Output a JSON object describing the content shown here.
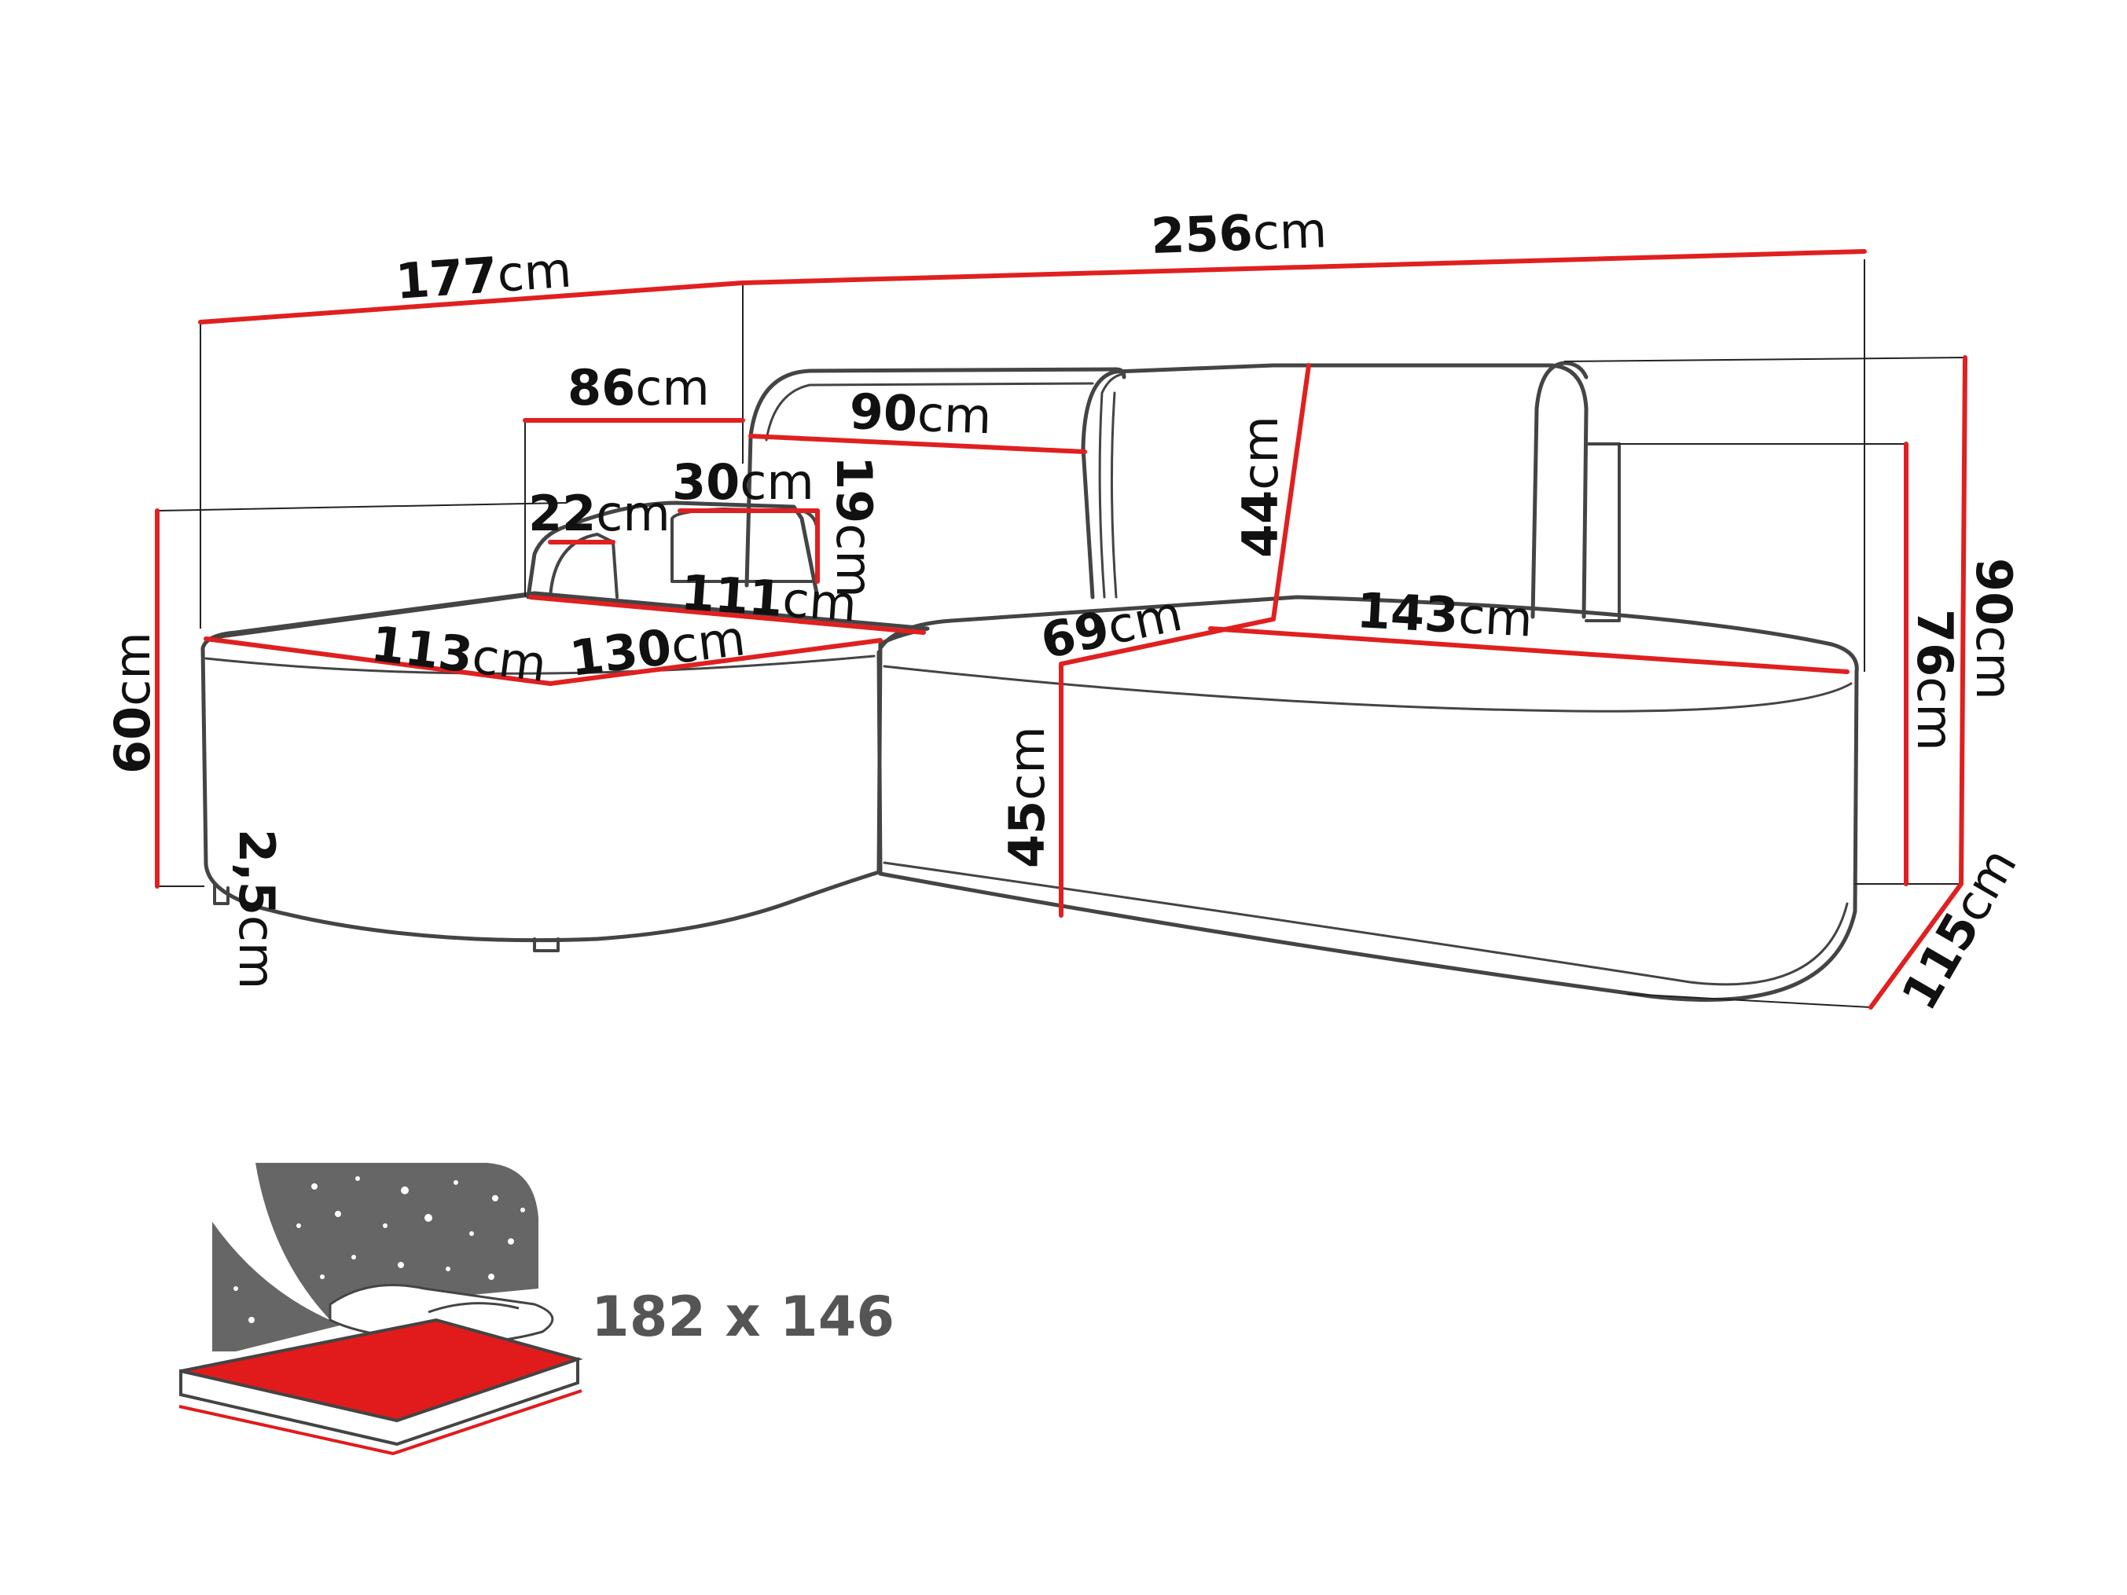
{
  "colors": {
    "dimension_line": "#e02020",
    "leader_line": "#222222",
    "outline": "#444444",
    "bed_red": "#e11b1b",
    "night_sky": "#666666",
    "label_grey": "#555555"
  },
  "icons": [
    "night-sky-stars-icon",
    "pillow-icon",
    "bed-mattress-icon"
  ],
  "dimensions": {
    "total_left_width": {
      "value": "177",
      "unit": "cm"
    },
    "total_width": {
      "value": "256",
      "unit": "cm"
    },
    "armrest_width": {
      "value": "86",
      "unit": "cm"
    },
    "back_cushion_width": {
      "value": "90",
      "unit": "cm"
    },
    "small_cushion_width": {
      "value": "30",
      "unit": "cm"
    },
    "small_cushion_height": {
      "value": "19",
      "unit": "cm"
    },
    "armrest_depth": {
      "value": "22",
      "unit": "cm"
    },
    "seat_depth_inner": {
      "value": "111",
      "unit": "cm"
    },
    "chaise_width": {
      "value": "113",
      "unit": "cm"
    },
    "chaise_length": {
      "value": "130",
      "unit": "cm"
    },
    "seat_depth": {
      "value": "69",
      "unit": "cm"
    },
    "back_height": {
      "value": "44",
      "unit": "cm"
    },
    "seat_length": {
      "value": "143",
      "unit": "cm"
    },
    "seat_height": {
      "value": "45",
      "unit": "cm"
    },
    "chaise_height": {
      "value": "60",
      "unit": "cm"
    },
    "leg_height": {
      "value": "2,5",
      "unit": "cm"
    },
    "armrest_height": {
      "value": "76",
      "unit": "cm"
    },
    "total_height": {
      "value": "90",
      "unit": "cm"
    },
    "total_depth": {
      "value": "115",
      "unit": "cm"
    }
  },
  "sleeping_area": {
    "label": "182 x 146"
  }
}
